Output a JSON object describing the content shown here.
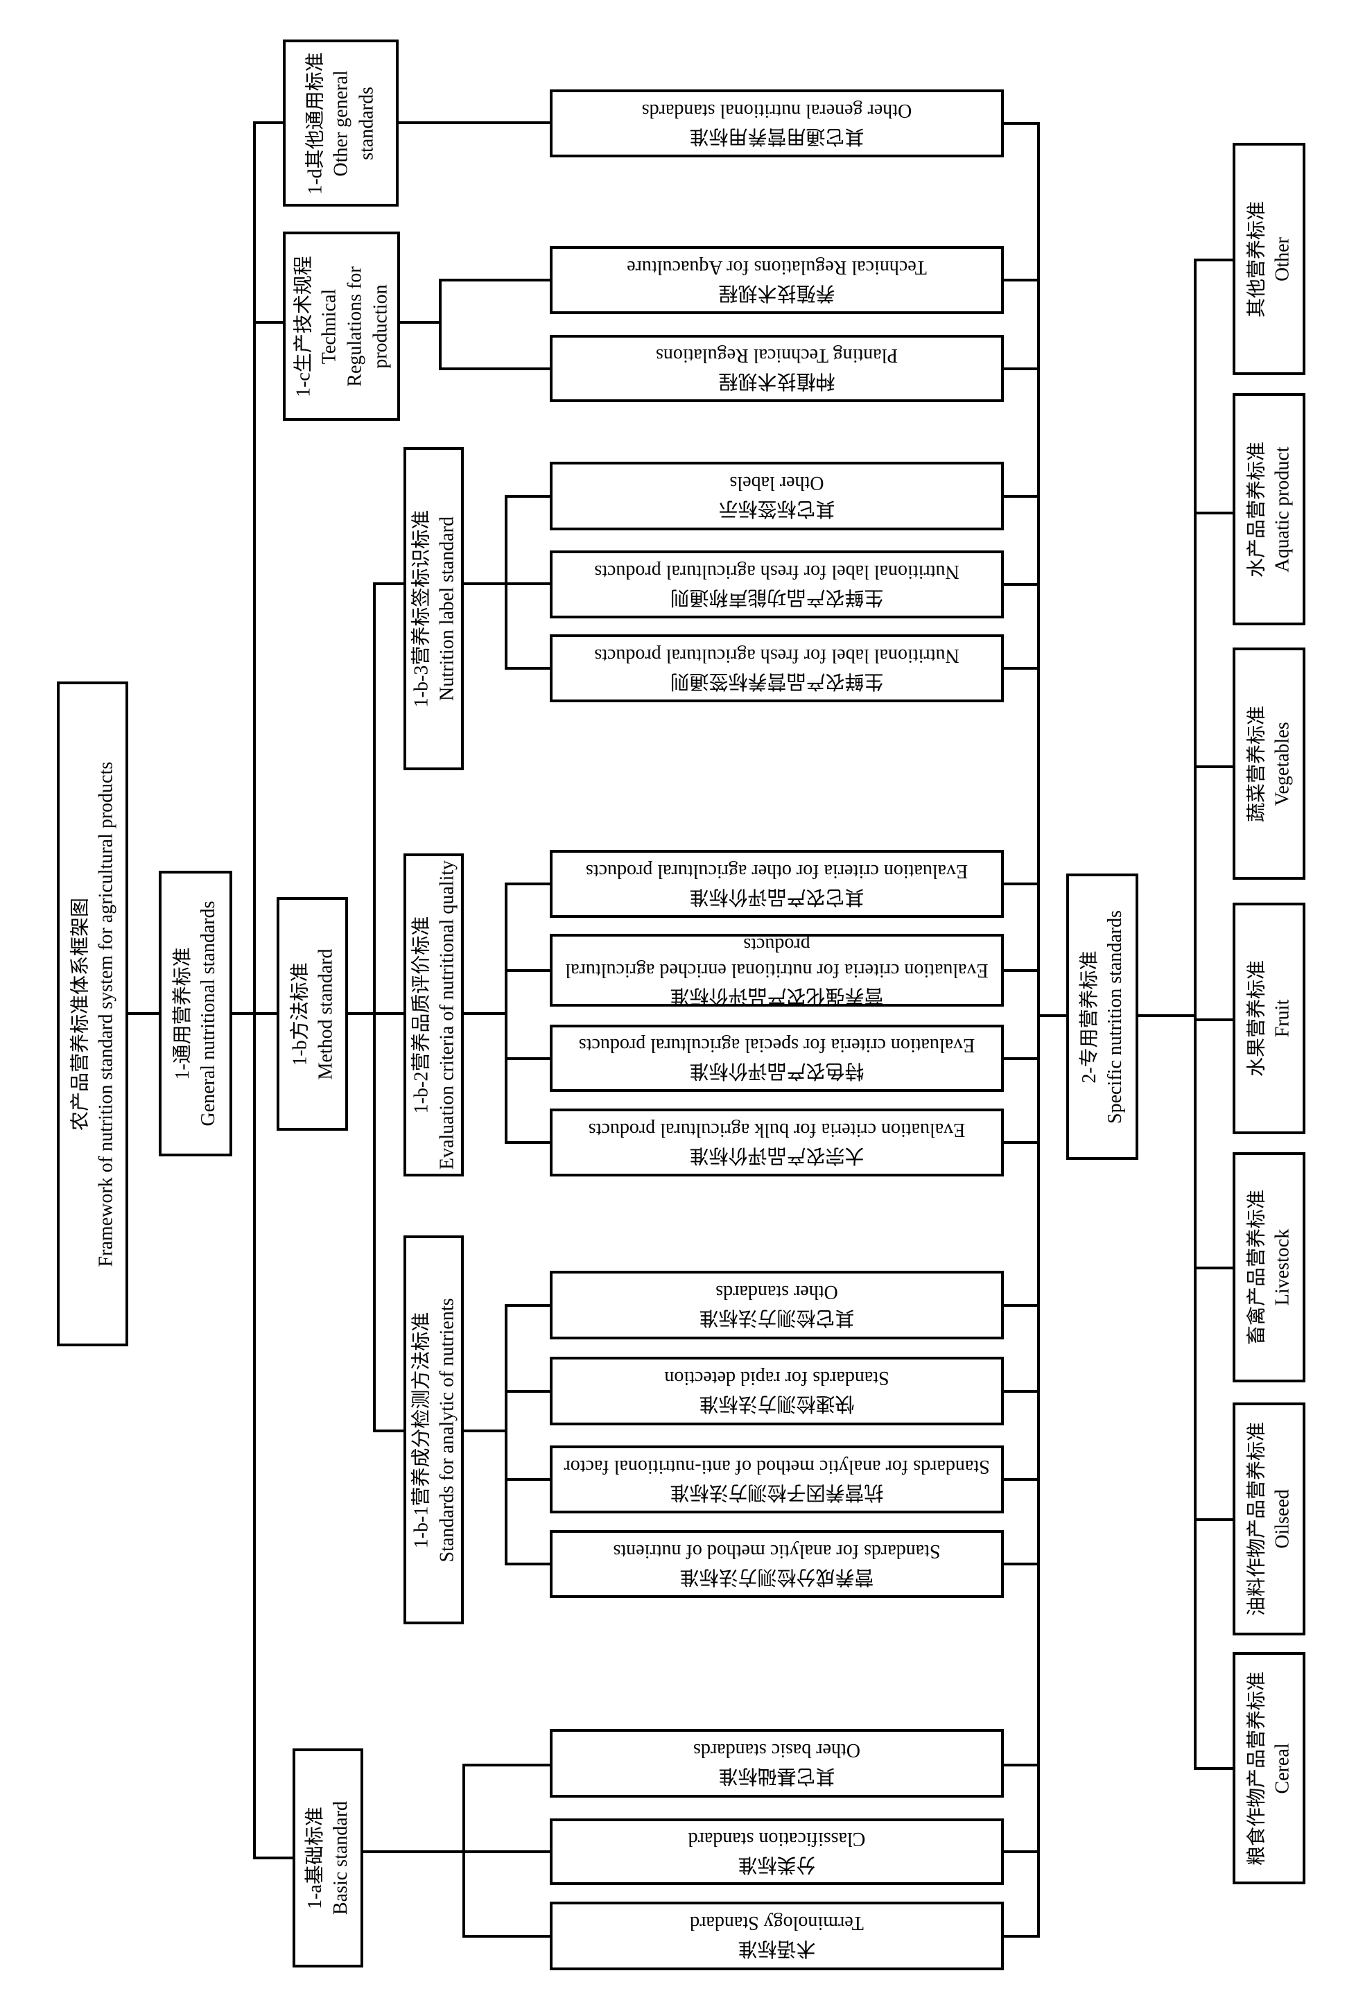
{
  "root": {
    "zh": "农产品营养标准体系框架图",
    "en": "Framework of nutrition standard system for agricultural products"
  },
  "general": {
    "zh": "1-通用营养标准",
    "en": "General nutritional standards",
    "other": {
      "zh": "1-d其他通用标准",
      "en": "Other general standards",
      "items": [
        {
          "zh": "其它通用营养用标准",
          "en": "Other general nutritional standards"
        }
      ]
    },
    "production": {
      "zh": "1-c生产技术规程",
      "en": "Technical Regulations for production",
      "items": [
        {
          "zh": "养殖技术规程",
          "en": "Technical Regulations for Aquaculture"
        },
        {
          "zh": "种植技术规程",
          "en": "Planting Technical Regulations"
        }
      ]
    },
    "method": {
      "zh": "1-b方法标准",
      "en": "Method standard",
      "label": {
        "zh": "1-b-3营养标签标识标准",
        "en": "Nutrition label standard",
        "items": [
          {
            "zh": "其它标签标示",
            "en": "Other labels"
          },
          {
            "zh": "生鲜农产品功能声称通则",
            "en": "Nutritional label for fresh agricultural products"
          },
          {
            "zh": "生鲜农产品营养标签通则",
            "en": "Nutritional label for fresh agricultural products"
          }
        ]
      },
      "evaluation": {
        "zh": "1-b-2营养品质评价标准",
        "en": "Evaluation criteria of nutritional quality",
        "items": [
          {
            "zh": "其它农产品评价标准",
            "en": "Evaluation criteria for other agricultural products"
          },
          {
            "zh": "营养强化农产品评价标准",
            "en": "Evaluation criteria for nutritional enriched agricultural products"
          },
          {
            "zh": "特色农产品评价标准",
            "en": "Evaluation criteria for special agricultural products"
          },
          {
            "zh": "大宗农产品评价标准",
            "en": "Evaluation criteria for bulk agricultural products"
          }
        ]
      },
      "analytic": {
        "zh": "1-b-1营养成分检测方法标准",
        "en": "Standards for analytic of nutrients",
        "items": [
          {
            "zh": "其它检测方法标准",
            "en": "Other standards"
          },
          {
            "zh": "快速检测方法标准",
            "en": "Standards for rapid detection"
          },
          {
            "zh": "抗营养因子检测方法标准",
            "en": "Standards for analytic method of anti-nutritional factor"
          },
          {
            "zh": "营养成分检测方法标准",
            "en": "Standards for analytic method of nutrients"
          }
        ]
      }
    },
    "basic": {
      "zh": "1-a基础标准",
      "en": "Basic standard",
      "items": [
        {
          "zh": "其它基础标准",
          "en": "Other basic standards"
        },
        {
          "zh": "分类标准",
          "en": "Classification standard"
        },
        {
          "zh": "术语标准",
          "en": "Terminology Standard"
        }
      ]
    }
  },
  "specific": {
    "zh": "2-专用营养标准",
    "en": "Specific nutrition standards",
    "items": [
      {
        "zh": "其他营养标准",
        "en": "Other"
      },
      {
        "zh": "水产品营养标准",
        "en": "Aquatic product"
      },
      {
        "zh": "蔬菜营养标准",
        "en": "Vegetables"
      },
      {
        "zh": "水果营养标准",
        "en": "Fruit"
      },
      {
        "zh": "畜禽产品营养标准",
        "en": "Livestock"
      },
      {
        "zh": "油料作物产品营养标准",
        "en": "Oilseed"
      },
      {
        "zh": "粮食作物产品营养标准",
        "en": "Cereal"
      }
    ]
  }
}
